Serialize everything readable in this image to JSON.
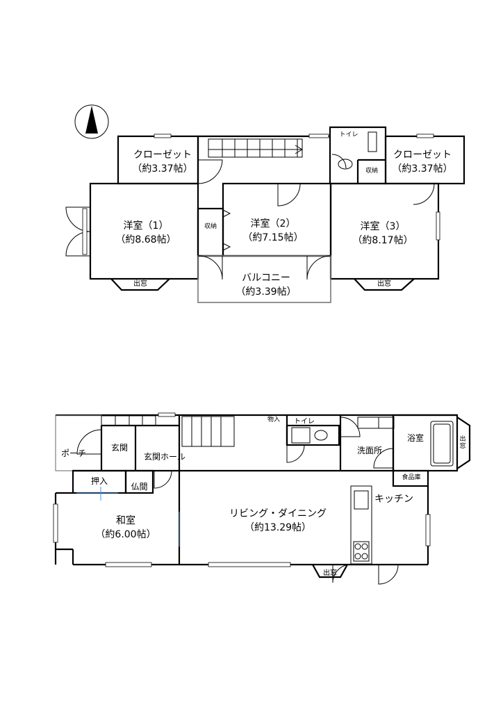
{
  "upper_floor": {
    "closet_left": {
      "name": "クローゼット",
      "size": "（約3.37帖）"
    },
    "closet_right": {
      "name": "クローゼット",
      "size": "（約3.37帖）"
    },
    "toilet": "トイレ",
    "storage_right": "収納",
    "storage_left": "収納",
    "room1": {
      "name": "洋室（1）",
      "size": "（約8.68帖）"
    },
    "room2": {
      "name": "洋室（2）",
      "size": "（約7.15帖）"
    },
    "room3": {
      "name": "洋室（3）",
      "size": "（約8.17帖）"
    },
    "balcony": {
      "name": "バルコニー",
      "size": "（約3.39帖）"
    },
    "bay_left": "出窓",
    "bay_right": "出窓"
  },
  "lower_floor": {
    "porch": "ポーチ",
    "entrance": "玄関",
    "entrance_hall": "玄関ホール",
    "storage_small": "物入",
    "toilet": "トイレ",
    "washroom": "洗面所",
    "bathroom": "浴室",
    "bay_bath": "出窓",
    "pantry": "食品庫",
    "oshiire": "押入",
    "butsuma": "仏間",
    "japanese_room": {
      "name": "和室",
      "size": "（約6.00帖）"
    },
    "living": {
      "name": "リビング・ダイニング",
      "size": "（約13.29帖）"
    },
    "kitchen": "キッチン",
    "bay_living": "出窓"
  },
  "north_arrow_icon": "north-arrow-icon"
}
